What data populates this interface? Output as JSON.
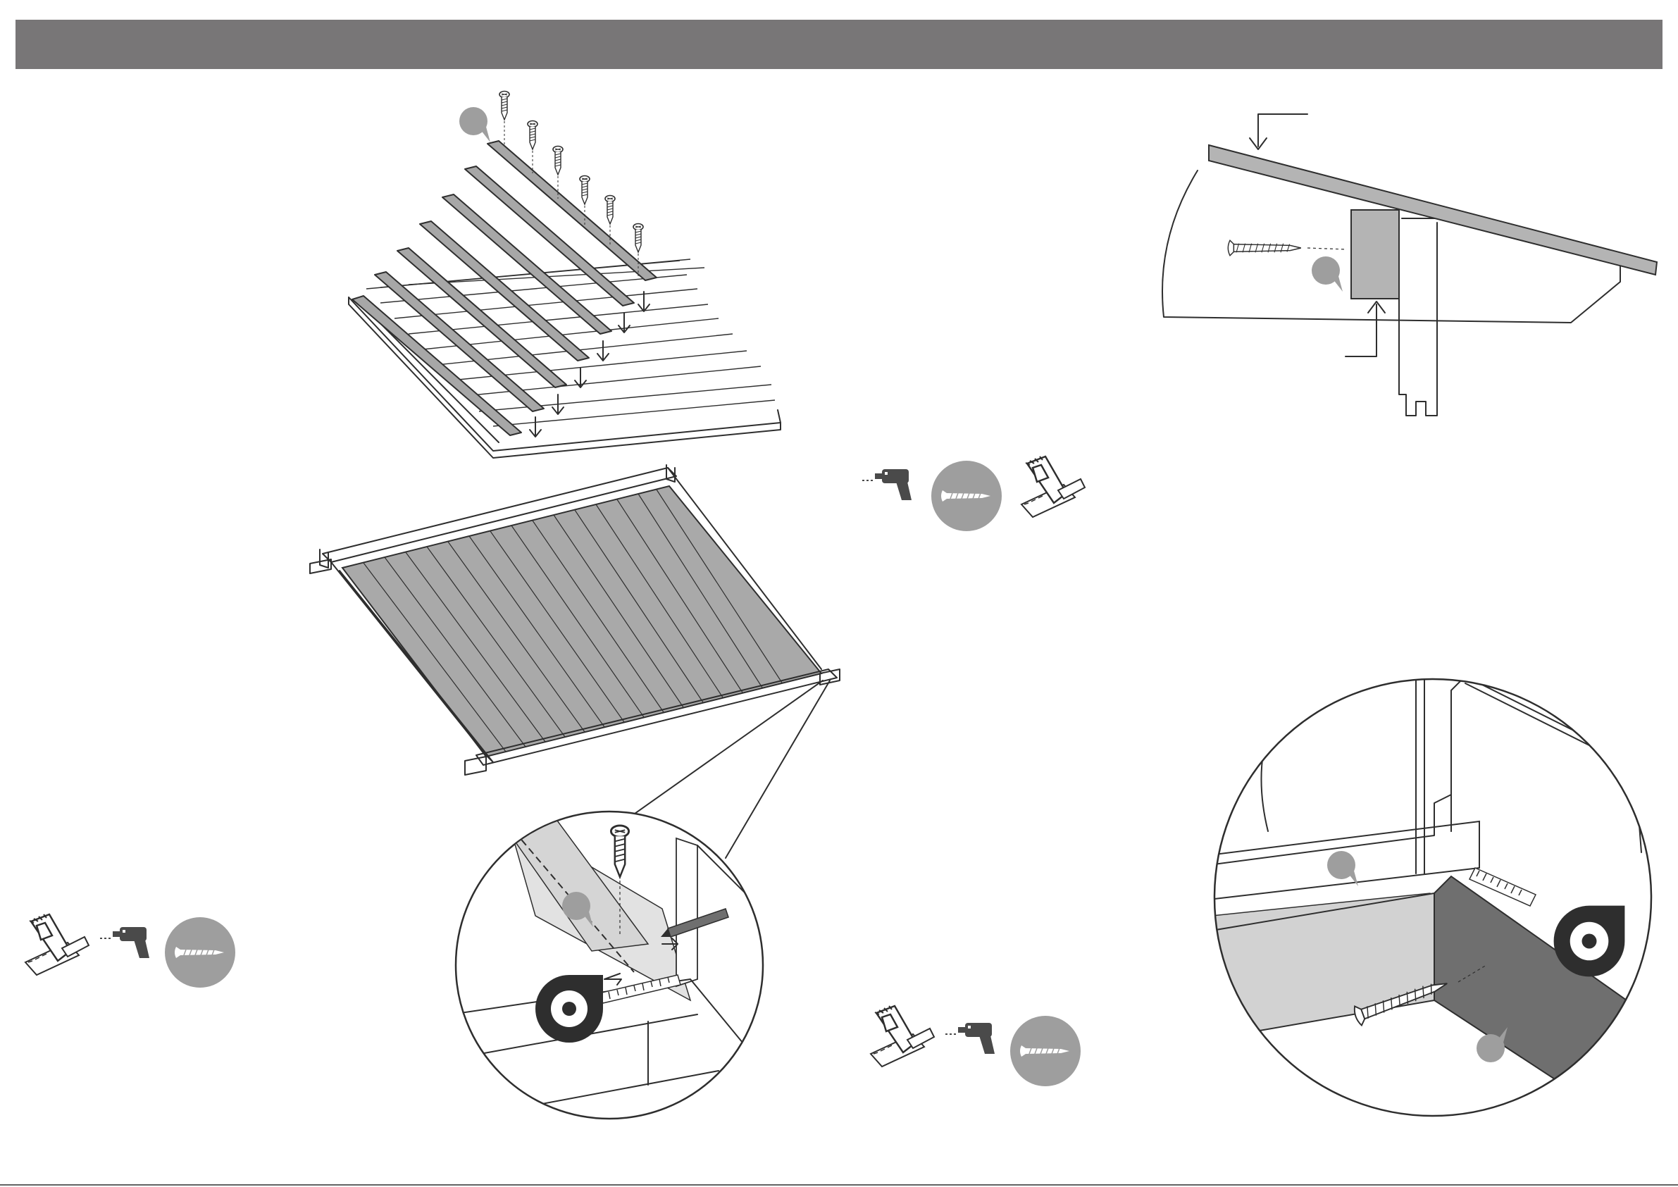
{
  "header": {
    "color": "#787677"
  },
  "colors": {
    "line": "#2e2e2e",
    "callout": "#9e9e9e",
    "part_grey": "#b4b4b4",
    "part_light": "#d2d2d2",
    "part_dark": "#6f6f6f"
  },
  "figures": [
    {
      "name": "roof-boards-exploded",
      "icons": [
        "screw-icon"
      ]
    },
    {
      "name": "roof-panel-assembled"
    },
    {
      "name": "roof-edge-detail-zoom",
      "icons": [
        "screw-icon",
        "tape-measure-icon",
        "pencil-icon"
      ]
    },
    {
      "name": "roof-section-detail",
      "icons": [
        "screw-icon"
      ]
    },
    {
      "name": "wall-corner-detail-zoom",
      "icons": [
        "screw-icon",
        "tape-measure-icon"
      ]
    }
  ],
  "tool_groups": [
    {
      "name": "tools-left",
      "icons": [
        "saw-icon",
        "drill-icon",
        "screw-badge-icon"
      ]
    },
    {
      "name": "tools-center",
      "icons": [
        "drill-icon",
        "screw-badge-icon",
        "saw-icon"
      ]
    },
    {
      "name": "tools-bottom",
      "icons": [
        "saw-icon",
        "drill-icon",
        "screw-badge-icon"
      ]
    }
  ]
}
